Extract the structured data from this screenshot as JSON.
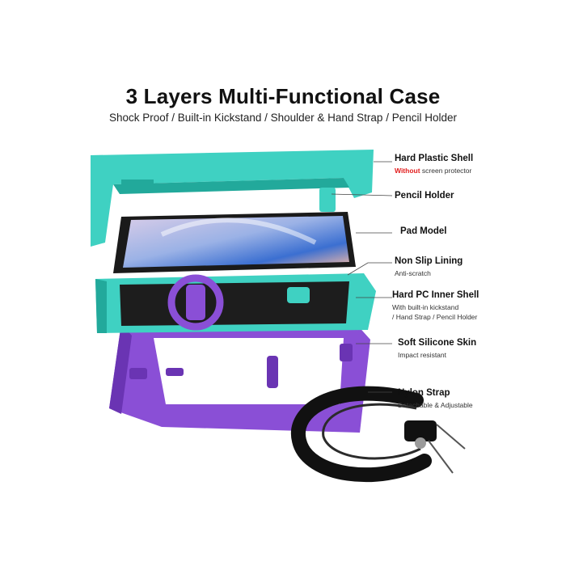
{
  "title": "3 Layers Multi-Functional Case",
  "subtitle": "Shock Proof / Built-in Kickstand / Shoulder & Hand Strap / Pencil Holder",
  "labels": {
    "hard_plastic_shell": {
      "name": "Hard Plastic Shell",
      "desc_highlight": "Without",
      "desc_rest": " screen protector"
    },
    "pencil_holder": {
      "name": "Pencil Holder"
    },
    "pad_model": {
      "name": "Pad Model"
    },
    "non_slip_lining": {
      "name": "Non Slip Lining",
      "desc": "Anti-scratch"
    },
    "hard_pc_inner_shell": {
      "name": "Hard PC Inner Shell",
      "desc_line1": "With built-in kickstand",
      "desc_line2": "/ Hand Strap / Pencil Holder"
    },
    "soft_silicone_skin": {
      "name": "Soft Silicone Skin",
      "desc": "Impact resistant"
    },
    "nylon_strap": {
      "name": "Nylon Strap",
      "desc": "Detachable & Adjustable"
    }
  },
  "colors": {
    "teal": "#3fd1c2",
    "teal_dark": "#22a99b",
    "purple": "#8a4fd6",
    "purple_dark": "#6a34b3",
    "black": "#1a1a1a",
    "highlight_red": "#e21d1d"
  }
}
